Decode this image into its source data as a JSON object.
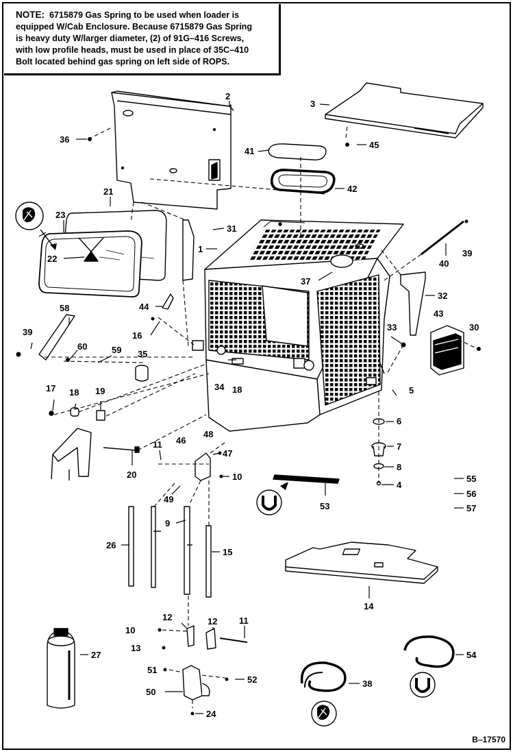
{
  "note": {
    "label": "NOTE:",
    "lines": [
      "6715879 Gas Spring to be used when loader is",
      "equipped W/Cab Enclosure. Because 6715879 Gas Spring",
      "is heavy duty W/larger diameter, (2) of 91G–416 Screws,",
      "with low profile heads, must be used in place of 35C–410",
      "Bolt located behind gas spring on left side of ROPS."
    ]
  },
  "callouts": [
    {
      "id": "c2",
      "text": "2"
    },
    {
      "id": "c3",
      "text": "3"
    },
    {
      "id": "c36",
      "text": "36"
    },
    {
      "id": "c45",
      "text": "45"
    },
    {
      "id": "c41",
      "text": "41"
    },
    {
      "id": "c42",
      "text": "42"
    },
    {
      "id": "c21",
      "text": "21"
    },
    {
      "id": "c23",
      "text": "23"
    },
    {
      "id": "c31",
      "text": "31"
    },
    {
      "id": "c1",
      "text": "1"
    },
    {
      "id": "c22",
      "text": "22"
    },
    {
      "id": "c39a",
      "text": "39"
    },
    {
      "id": "c40",
      "text": "40"
    },
    {
      "id": "c37",
      "text": "37"
    },
    {
      "id": "c32",
      "text": "32"
    },
    {
      "id": "c44",
      "text": "44"
    },
    {
      "id": "c58",
      "text": "58"
    },
    {
      "id": "c43",
      "text": "43"
    },
    {
      "id": "c33",
      "text": "33"
    },
    {
      "id": "c30",
      "text": "30"
    },
    {
      "id": "c16",
      "text": "16"
    },
    {
      "id": "c39b",
      "text": "39"
    },
    {
      "id": "c60",
      "text": "60"
    },
    {
      "id": "c59",
      "text": "59"
    },
    {
      "id": "c35",
      "text": "35"
    },
    {
      "id": "c34",
      "text": "34"
    },
    {
      "id": "c18a",
      "text": "18"
    },
    {
      "id": "c5",
      "text": "5"
    },
    {
      "id": "c17",
      "text": "17"
    },
    {
      "id": "c18b",
      "text": "18"
    },
    {
      "id": "c19",
      "text": "19"
    },
    {
      "id": "c6",
      "text": "6"
    },
    {
      "id": "c11a",
      "text": "11"
    },
    {
      "id": "c46",
      "text": "46"
    },
    {
      "id": "c48",
      "text": "48"
    },
    {
      "id": "c47",
      "text": "47"
    },
    {
      "id": "c7",
      "text": "7"
    },
    {
      "id": "c20",
      "text": "20"
    },
    {
      "id": "c10a",
      "text": "10"
    },
    {
      "id": "c8",
      "text": "8"
    },
    {
      "id": "c55",
      "text": "55"
    },
    {
      "id": "c4",
      "text": "4"
    },
    {
      "id": "c56",
      "text": "56"
    },
    {
      "id": "c49",
      "text": "49"
    },
    {
      "id": "c57",
      "text": "57"
    },
    {
      "id": "c53",
      "text": "53"
    },
    {
      "id": "c9",
      "text": "9"
    },
    {
      "id": "c26",
      "text": "26"
    },
    {
      "id": "c15",
      "text": "15"
    },
    {
      "id": "c14",
      "text": "14"
    },
    {
      "id": "c12a",
      "text": "12"
    },
    {
      "id": "c12b",
      "text": "12"
    },
    {
      "id": "c10b",
      "text": "10"
    },
    {
      "id": "c11b",
      "text": "11"
    },
    {
      "id": "c13",
      "text": "13"
    },
    {
      "id": "c27",
      "text": "27"
    },
    {
      "id": "c54",
      "text": "54"
    },
    {
      "id": "c51",
      "text": "51"
    },
    {
      "id": "c52",
      "text": "52"
    },
    {
      "id": "c38",
      "text": "38"
    },
    {
      "id": "c50",
      "text": "50"
    },
    {
      "id": "c24",
      "text": "24"
    }
  ],
  "reference_number": "B–17570"
}
